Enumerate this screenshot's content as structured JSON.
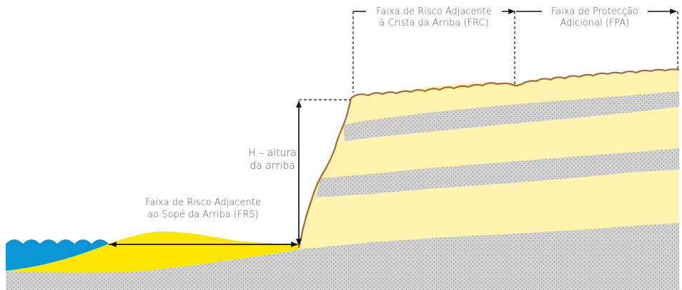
{
  "labels": {
    "frc_line1": "Faixa de Risco Adjacente",
    "frc_line2": "à Crista da Arriba (FRC)",
    "fpa_line1": "Faixa de Protecção",
    "fpa_line2": "Adicional (FPA)",
    "h_line1": "H – altura",
    "h_line2": "da arriba",
    "frs_line1": "Faixa de Risco Adjacente",
    "frs_line2": "ao Sopé da Arriba (FRS)"
  },
  "colors": {
    "sea": "#0a96d4",
    "beach_sand": "#ffe600",
    "cliff_sand": "#fff3b0",
    "rock_gray": "#d3d3d3",
    "rock_dots": "#8f8f8f",
    "cliff_outline": "#a36b32",
    "arrow": "#111111"
  }
}
